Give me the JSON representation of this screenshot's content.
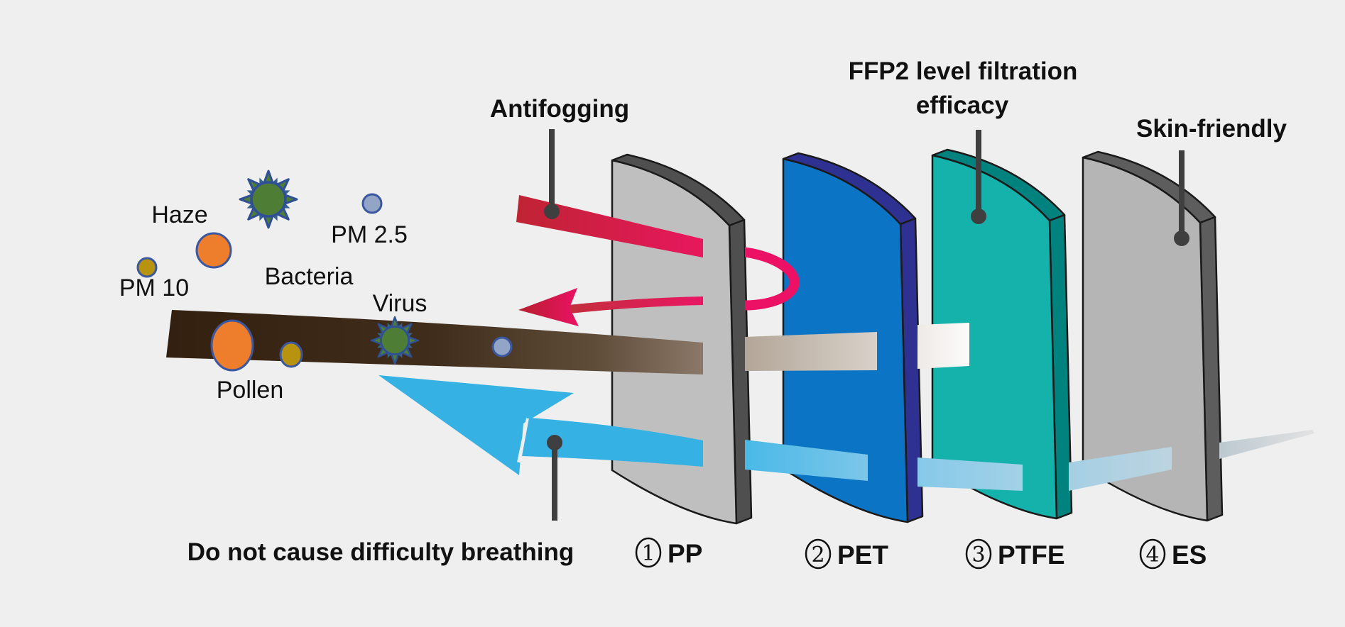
{
  "annotations": {
    "antifogging": "Antifogging",
    "ffp2_line1": "FFP2 level filtration",
    "ffp2_line2": "efficacy",
    "skin_friendly": "Skin-friendly",
    "breathing": "Do not cause difficulty breathing"
  },
  "particle_labels": {
    "haze": "Haze",
    "pm25": "PM 2.5",
    "pm10": "PM 10",
    "bacteria": "Bacteria",
    "virus": "Virus",
    "pollen": "Pollen"
  },
  "layers": [
    {
      "num": "1",
      "name": "PP",
      "face": "#bfbfbf",
      "edge": "#4f4f4f"
    },
    {
      "num": "2",
      "name": "PET",
      "face": "#0b74c4",
      "edge": "#2e3192"
    },
    {
      "num": "3",
      "name": "PTFE",
      "face": "#14b2ab",
      "edge": "#00827e"
    },
    {
      "num": "4",
      "name": "ES",
      "face": "#b5b5b5",
      "edge": "#5d5d5d"
    }
  ],
  "colors": {
    "background": "#efefef",
    "outline": "#1a1a1a",
    "pointer": "#3f3f3f",
    "antifog_arrow_start": "#bf2433",
    "antifog_arrow_end": "#ec1164",
    "clean_air": "#35b1e4",
    "clean_air_faded": "#bcc9d1",
    "dirty_air_start": "#34200f",
    "dirty_air_mid": "#8b7868",
    "dirty_air_end": "#fcfbfa",
    "orange": "#ee7d2c",
    "olive": "#b8930f",
    "blue_gray": "#93a5c6",
    "virus_green": "#4e7d36",
    "particle_outline": "#3a57a0"
  }
}
